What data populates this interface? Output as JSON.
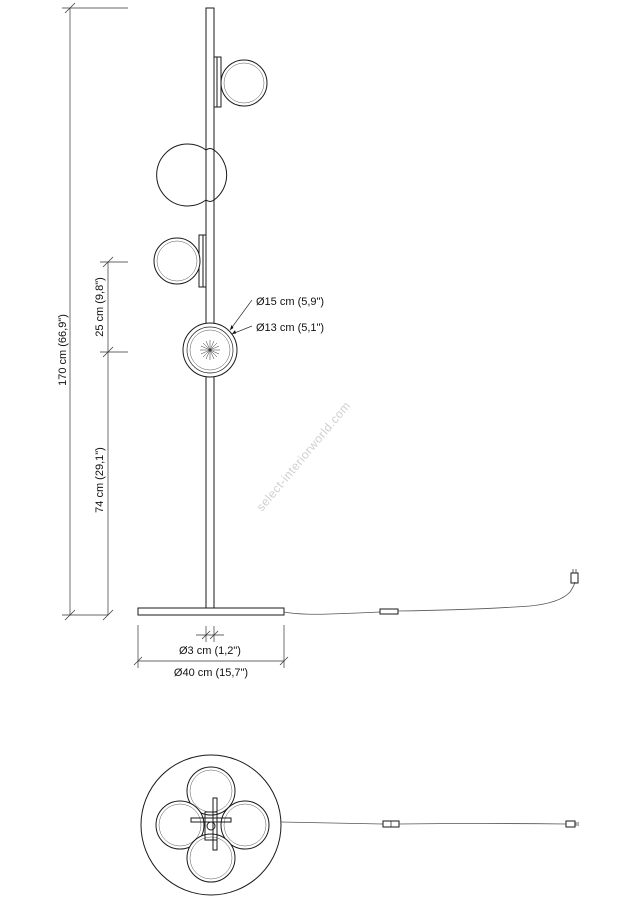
{
  "dimensions": {
    "total_height": "170 cm (66,9\")",
    "upper_spacing": "25 cm (9,8\")",
    "lower_height": "74 cm (29,1\")",
    "shade_outer": "Ø15 cm (5,9\")",
    "shade_inner": "Ø13 cm (5,1\")",
    "stem_diameter": "Ø3 cm (1,2\")",
    "base_diameter": "Ø40 cm (15,7\")"
  },
  "watermark": "select-interiorworld.com"
}
